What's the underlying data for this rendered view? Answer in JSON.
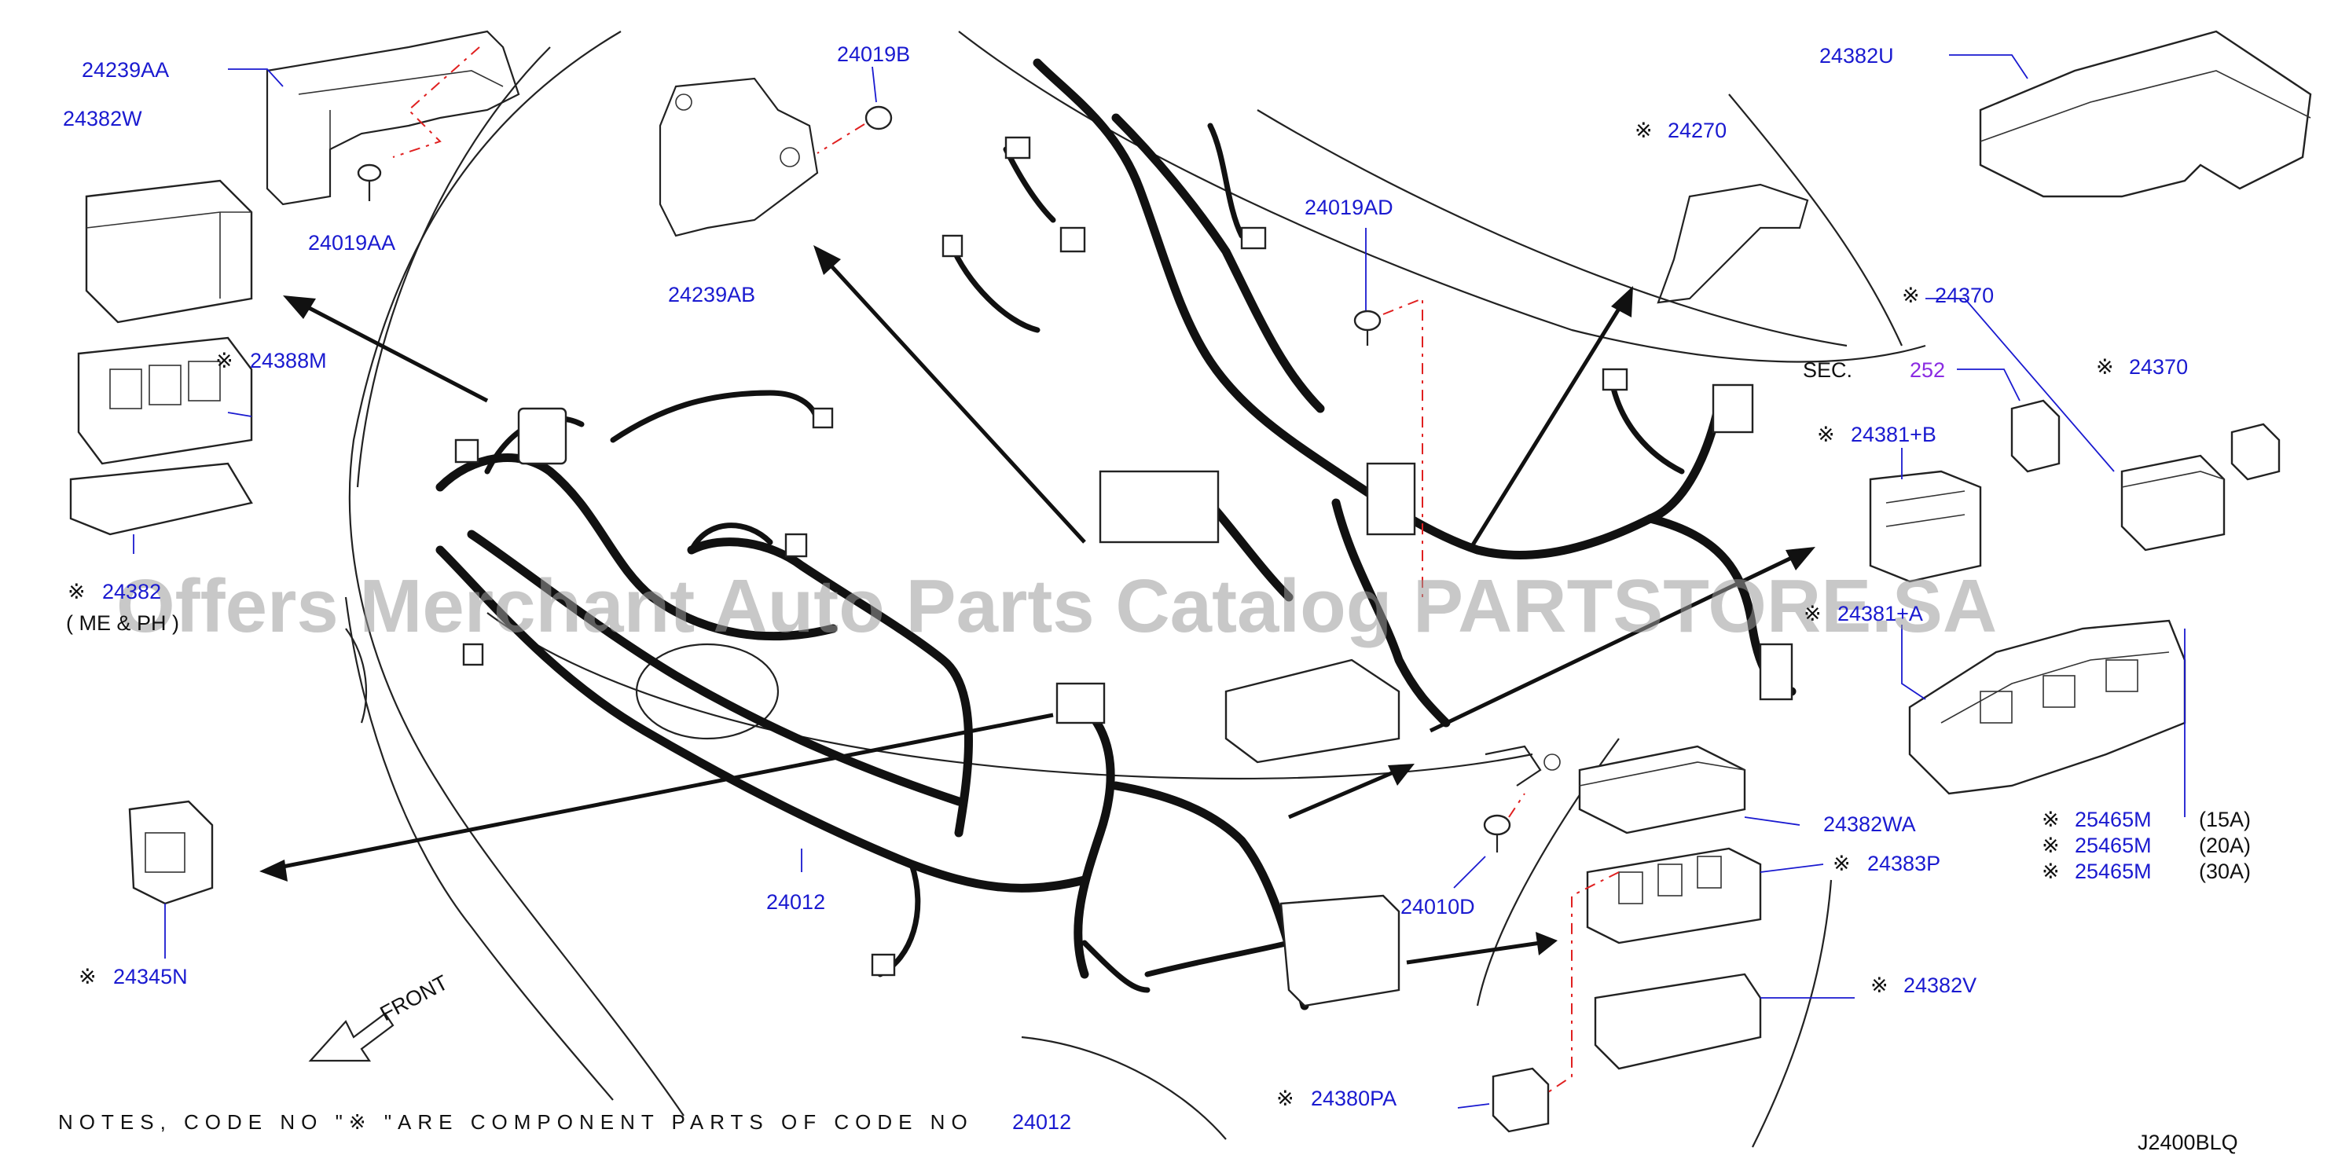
{
  "labels": {
    "p24239AA": "24239AA",
    "p24382W": "24382W",
    "p24019AA": "24019AA",
    "p24019B": "24019B",
    "p24239AB": "24239AB",
    "p24270": "24270",
    "p24019AD": "24019AD",
    "p24382U": "24382U",
    "p24388M": "24388M",
    "p24382_left": "24382",
    "me_ph": "(  ME  &  PH  )",
    "p24370_a": "24370",
    "p24370_b": "24370",
    "sec": "SEC.",
    "sec_num": "252",
    "p24381B": "24381+B",
    "p24381A": "24381+A",
    "p24012_main": "24012",
    "p24345N": "24345N",
    "front": "FRONT",
    "p24010D": "24010D",
    "p24382WA": "24382WA",
    "p24383P": "24383P",
    "p25465M_15": "25465M",
    "p25465M_20": "25465M",
    "p25465M_30": "25465M",
    "amp15": "(15A)",
    "amp20": "(20A)",
    "amp30": "(30A)",
    "p24382V": "24382V",
    "p24380PA": "24380PA",
    "notes": "NOTES,  CODE  NO  \"※  \"ARE  COMPONENT  PARTS  OF  CODE  NO",
    "notes_code": "24012",
    "diagram_id": "J2400BLQ",
    "star": "※"
  },
  "watermark": "Offers Merchant Auto Parts Catalog PARTSTORE.SA",
  "colors": {
    "part_number": "#1a1ad0",
    "section_ref": "#8a2be2",
    "leader_red": "#e02020",
    "line": "#111111"
  }
}
